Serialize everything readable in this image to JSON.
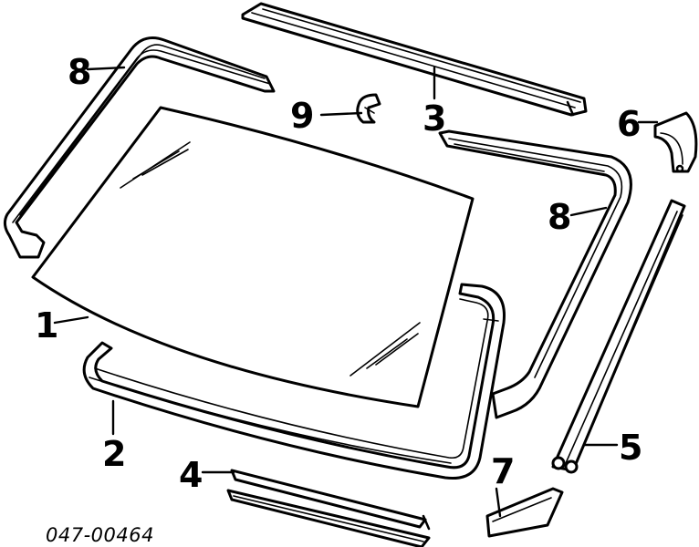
{
  "diagram": {
    "part_number": "047-00464",
    "callouts": {
      "c1": "1",
      "c2": "2",
      "c3": "3",
      "c4": "4",
      "c5": "5",
      "c6": "6",
      "c7": "7",
      "c8a": "8",
      "c8b": "8",
      "c9": "9"
    }
  }
}
